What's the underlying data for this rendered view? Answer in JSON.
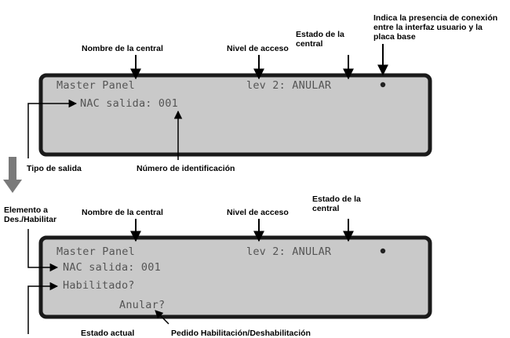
{
  "top_panel": {
    "line1_name": "Master Panel",
    "line1_level": "lev 2: ANULAR",
    "line2": "NAC salida: 001"
  },
  "bottom_panel": {
    "line1_name": "Master Panel",
    "line1_level": "lev 2: ANULAR",
    "line2": "NAC salida: 001",
    "line3": "Habilitado?",
    "line4": "Anular?"
  },
  "labels": {
    "top_nombre": "Nombre de la central",
    "top_nivel": "Nivel de acceso",
    "top_estado_1": "Estado de la",
    "top_estado_2": "central",
    "conexion_1": "Indica la presencia de conexión",
    "conexion_2": "entre la interfaz usuario y la",
    "conexion_3": "placa base",
    "tipo_salida": "Tipo de salida",
    "numero_id": "Número de identificación",
    "elemento_1": "Elemento a",
    "elemento_2": "Des./Habilitar",
    "bot_nombre": "Nombre de la central",
    "bot_nivel": "Nivel de acceso",
    "bot_estado_1": "Estado de la",
    "bot_estado_2": "central",
    "estado_actual": "Estado actual",
    "pedido": "Pedido Habilitación/Deshabilitación"
  },
  "colors": {
    "lcd_background": "#c9c9c9",
    "lcd_border": "#1a1a1a",
    "lcd_text": "#555555",
    "flow_arrow": "#7a7a7a"
  }
}
